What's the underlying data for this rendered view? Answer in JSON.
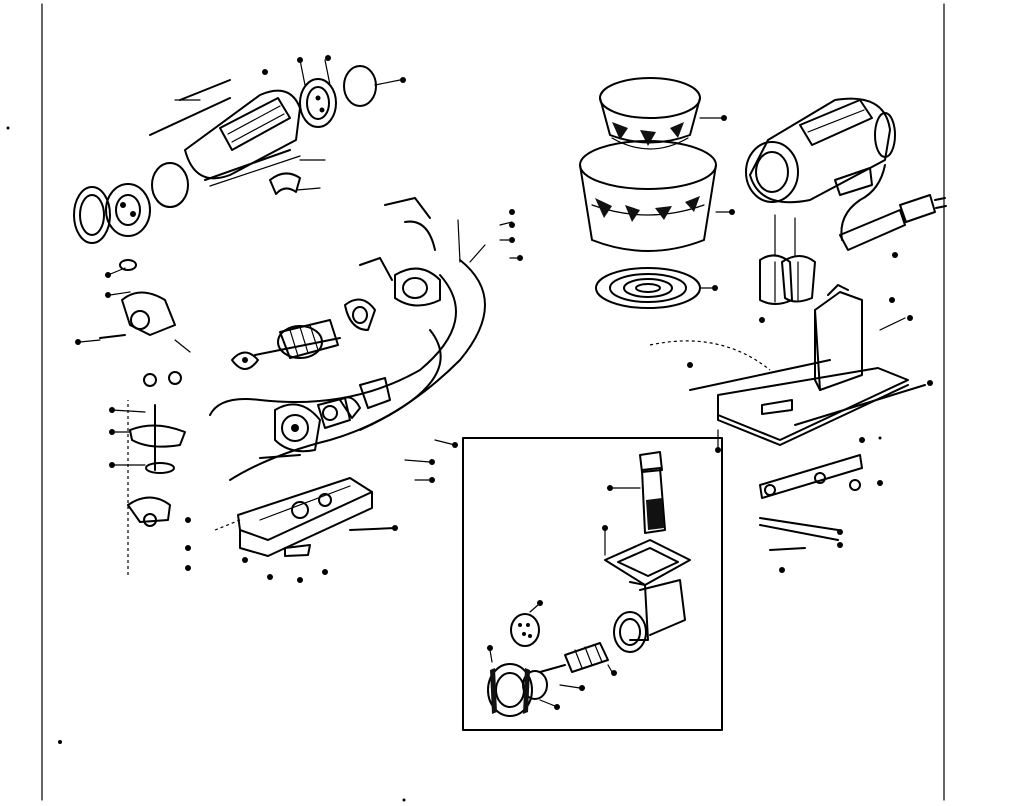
{
  "diagram": {
    "panels": [
      "motor-and-housing-assembly",
      "bowls-and-head-assembly",
      "food-grinder-attachment-inset"
    ]
  }
}
